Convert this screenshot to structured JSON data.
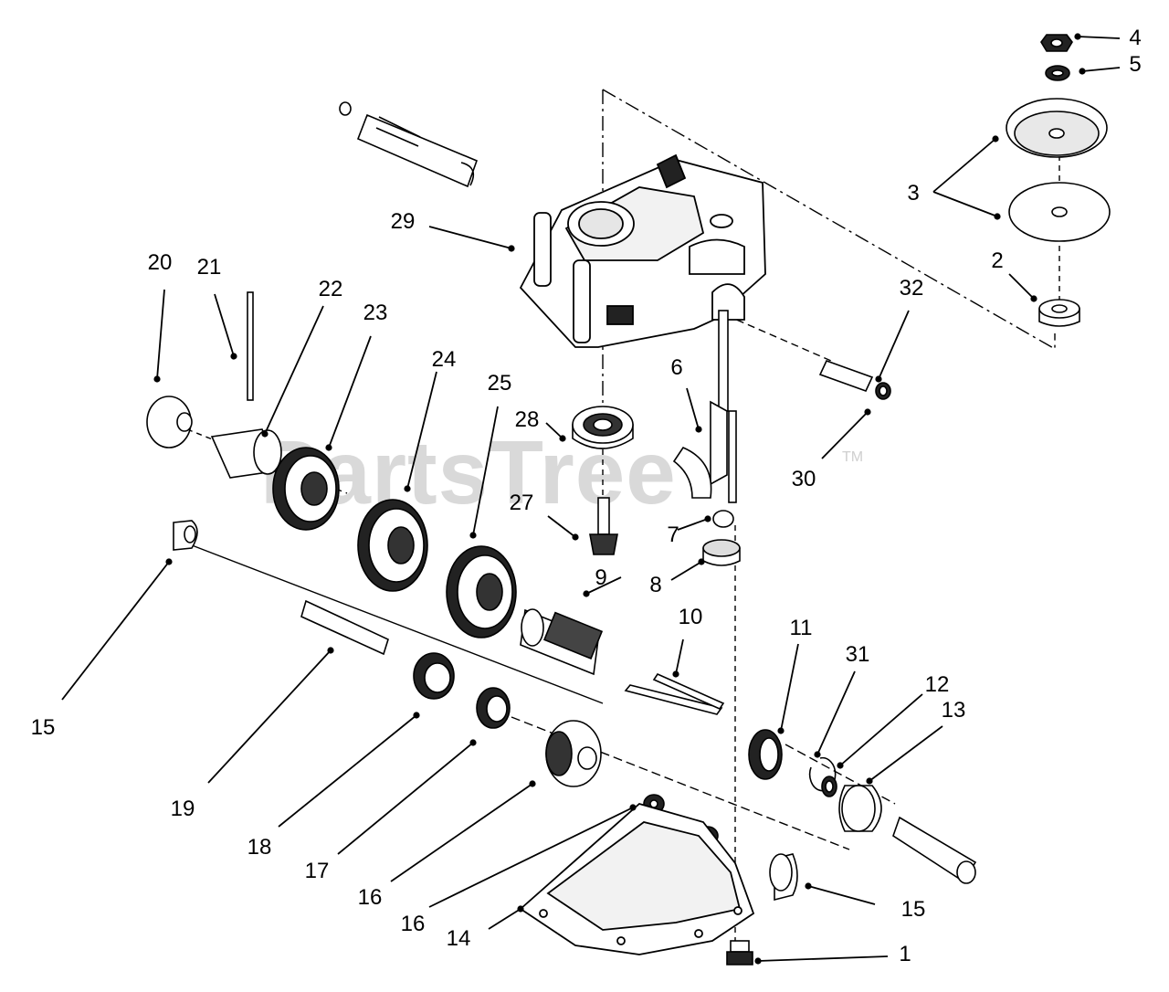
{
  "watermark": {
    "text": "PartsTree",
    "trademark": "TM"
  },
  "callouts": [
    {
      "id": "1",
      "label": "1"
    },
    {
      "id": "2",
      "label": "2"
    },
    {
      "id": "3",
      "label": "3"
    },
    {
      "id": "4",
      "label": "4"
    },
    {
      "id": "5",
      "label": "5"
    },
    {
      "id": "6",
      "label": "6"
    },
    {
      "id": "7",
      "label": "7"
    },
    {
      "id": "8",
      "label": "8"
    },
    {
      "id": "9",
      "label": "9"
    },
    {
      "id": "10",
      "label": "10"
    },
    {
      "id": "11",
      "label": "11"
    },
    {
      "id": "12",
      "label": "12"
    },
    {
      "id": "13",
      "label": "13"
    },
    {
      "id": "14",
      "label": "14"
    },
    {
      "id": "15a",
      "label": "15"
    },
    {
      "id": "15b",
      "label": "15"
    },
    {
      "id": "16",
      "label": "16"
    },
    {
      "id": "17",
      "label": "17"
    },
    {
      "id": "18",
      "label": "18"
    },
    {
      "id": "19",
      "label": "19"
    },
    {
      "id": "20",
      "label": "20"
    },
    {
      "id": "21",
      "label": "21"
    },
    {
      "id": "22",
      "label": "22"
    },
    {
      "id": "23",
      "label": "23"
    },
    {
      "id": "24",
      "label": "24"
    },
    {
      "id": "25",
      "label": "25"
    },
    {
      "id": "26",
      "label": "26"
    },
    {
      "id": "27",
      "label": "27"
    },
    {
      "id": "28",
      "label": "28"
    },
    {
      "id": "29",
      "label": "29"
    },
    {
      "id": "30",
      "label": "30"
    },
    {
      "id": "31",
      "label": "31"
    },
    {
      "id": "32",
      "label": "32"
    }
  ]
}
